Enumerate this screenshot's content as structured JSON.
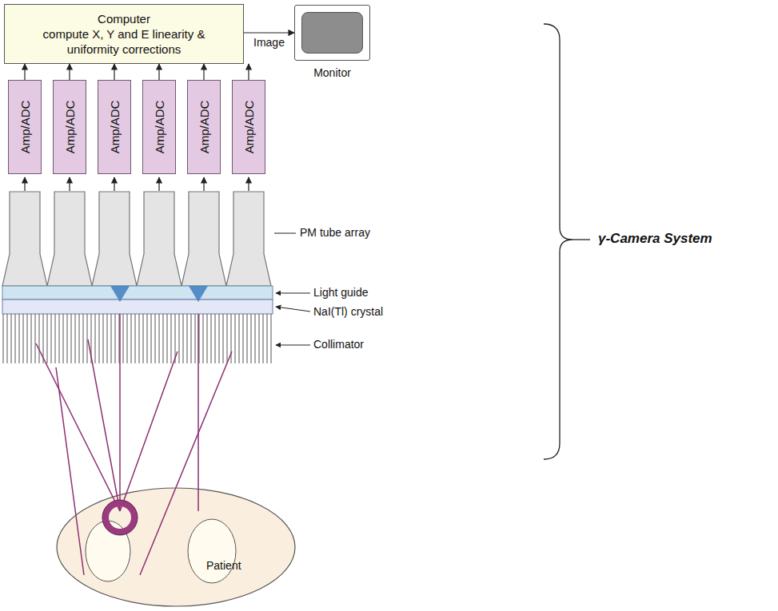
{
  "diagram": {
    "nodes": [
      {
        "text": [
          "Computer",
          "compute X, Y and E linearity & uniformity corrections"
        ]
      },
      {
        "text": [
          "Monitor"
        ]
      },
      {
        "text": [
          "Amp/ADC"
        ]
      },
      {
        "text": [
          "Amp/ADC"
        ]
      },
      {
        "text": [
          "Amp/ADC"
        ]
      },
      {
        "text": [
          "Amp/ADC"
        ]
      },
      {
        "text": [
          "Amp/ADC"
        ]
      },
      {
        "text": [
          "Amp/ADC"
        ]
      },
      {
        "text": [
          "Patient"
        ]
      }
    ],
    "edges": [
      {
        "from": 2,
        "to": 0,
        "arrow": "to"
      },
      {
        "from": 3,
        "to": 0,
        "arrow": "to"
      },
      {
        "from": 4,
        "to": 0,
        "arrow": "to"
      },
      {
        "from": 5,
        "to": 0,
        "arrow": "to"
      },
      {
        "from": 6,
        "to": 0,
        "arrow": "to"
      },
      {
        "from": 7,
        "to": 0,
        "arrow": "to"
      },
      {
        "from": 0,
        "to": 1,
        "label": "Image",
        "arrow": "to"
      }
    ],
    "labels": [
      "PM tube array",
      "Light guide",
      "NaI(Tl) crystal",
      "Collimator",
      "γ-Camera System"
    ]
  }
}
